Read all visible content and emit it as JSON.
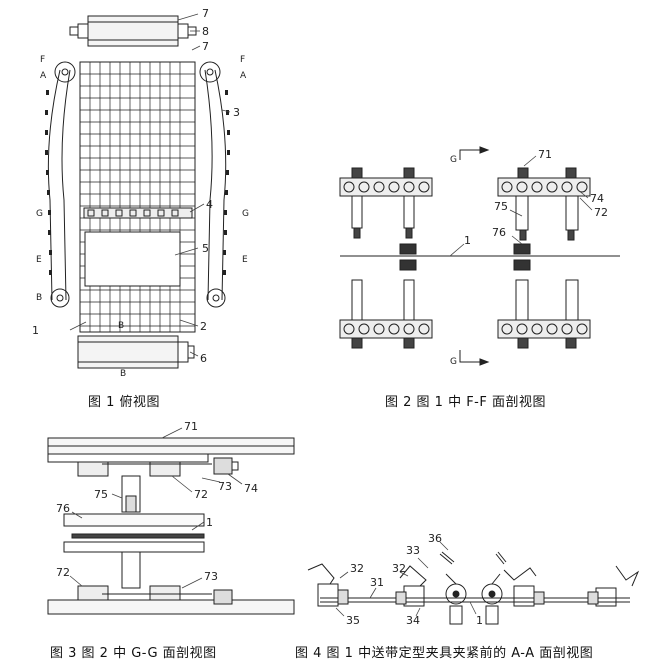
{
  "figures": [
    {
      "id": "fig1",
      "caption": "图 1 俯视图",
      "labels": [
        "7",
        "8",
        "7",
        "3",
        "4",
        "5",
        "1",
        "2",
        "6"
      ],
      "section_marks": [
        "F",
        "A",
        "F",
        "A",
        "G",
        "G",
        "E",
        "E",
        "B",
        "B",
        "B"
      ]
    },
    {
      "id": "fig2",
      "caption": "图 2 图 1 中 F-F 面剖视图",
      "labels": [
        "71",
        "74",
        "72",
        "75",
        "76",
        "1"
      ],
      "section_marks": [
        "G",
        "G"
      ]
    },
    {
      "id": "fig3",
      "caption": "图 3 图 2 中 G-G 面剖视图",
      "labels": [
        "71",
        "73",
        "74",
        "75",
        "72",
        "76",
        "1",
        "72",
        "73"
      ]
    },
    {
      "id": "fig4",
      "caption": "图 4 图 1 中送带定型夹具夹紧前的 A-A 面剖视图",
      "labels": [
        "36",
        "33",
        "32",
        "32",
        "31",
        "35",
        "34",
        "1"
      ]
    }
  ]
}
